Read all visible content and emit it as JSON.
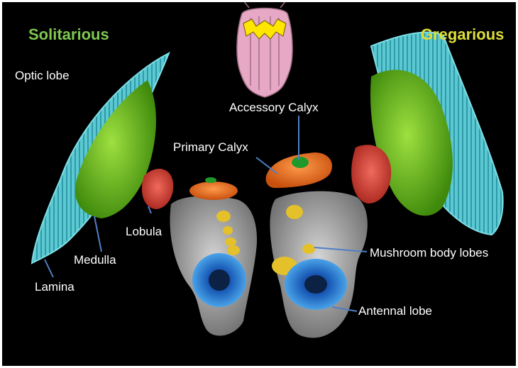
{
  "headings": {
    "left": "Solitarious",
    "right": "Gregarious"
  },
  "labels": {
    "optic_lobe": "Optic lobe",
    "accessory_calyx": "Accessory Calyx",
    "primary_calyx": "Primary Calyx",
    "lobula": "Lobula",
    "medulla": "Medulla",
    "lamina": "Lamina",
    "mushroom_body_lobes": "Mushroom body lobes",
    "antennal_lobe": "Antennal lobe"
  },
  "colors": {
    "solitarious": "#7ec850",
    "gregarious": "#dede3a",
    "lamina": "#57c6cf",
    "medulla": "#6fc21c",
    "lobula": "#d8403a",
    "primary_calyx": "#e06a1e",
    "accessory_calyx": "#1f9a2a",
    "mushroom_body_lobes": "#e4c02a",
    "antennal_lobe": "#1f7fd0",
    "central_brain": "#9a9a9a",
    "leader_line": "#4f7fc4"
  }
}
